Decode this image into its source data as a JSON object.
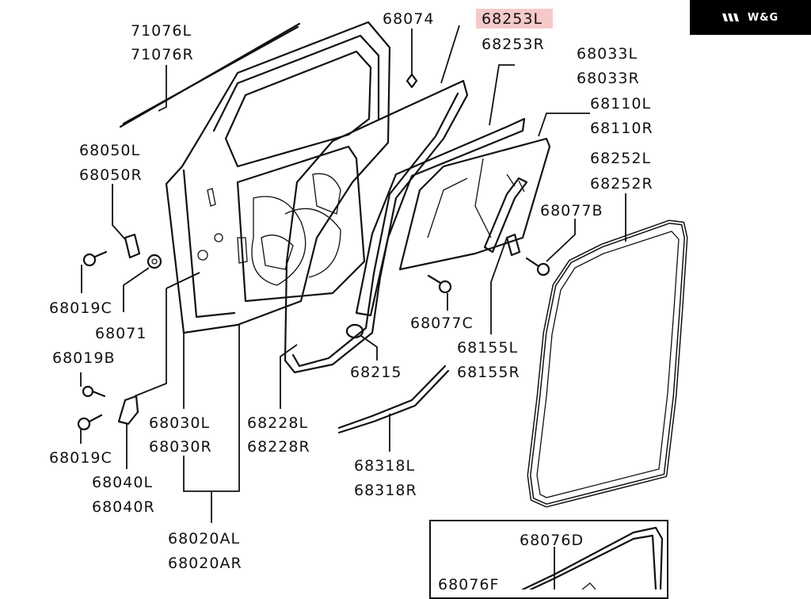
{
  "brand": {
    "text": "W&G",
    "logo_icon": "chevron-triple-icon",
    "bg": "#000000",
    "fg": "#ffffff"
  },
  "highlight_color": "#f6c9c9",
  "part_labels": {
    "p71076l": "71076L",
    "p71076r": "71076R",
    "p68074": "68074",
    "p68253l": "68253L",
    "p68253r": "68253R",
    "p68033l": "68033L",
    "p68033r": "68033R",
    "p68110l": "68110L",
    "p68110r": "68110R",
    "p68252l": "68252L",
    "p68252r": "68252R",
    "p68077b": "68077B",
    "p68050l": "68050L",
    "p68050r": "68050R",
    "p68019c_a": "68019C",
    "p68071": "68071",
    "p68019b": "68019B",
    "p68019c_b": "68019C",
    "p68077c": "68077C",
    "p68155l": "68155L",
    "p68155r": "68155R",
    "p68215": "68215",
    "p68030l": "68030L",
    "p68030r": "68030R",
    "p68228l": "68228L",
    "p68228r": "68228R",
    "p68318l": "68318L",
    "p68318r": "68318R",
    "p68040l": "68040L",
    "p68040r": "68040R",
    "p68020al": "68020AL",
    "p68020ar": "68020AR",
    "p68076d": "68076D",
    "p68076f": "68076F"
  }
}
